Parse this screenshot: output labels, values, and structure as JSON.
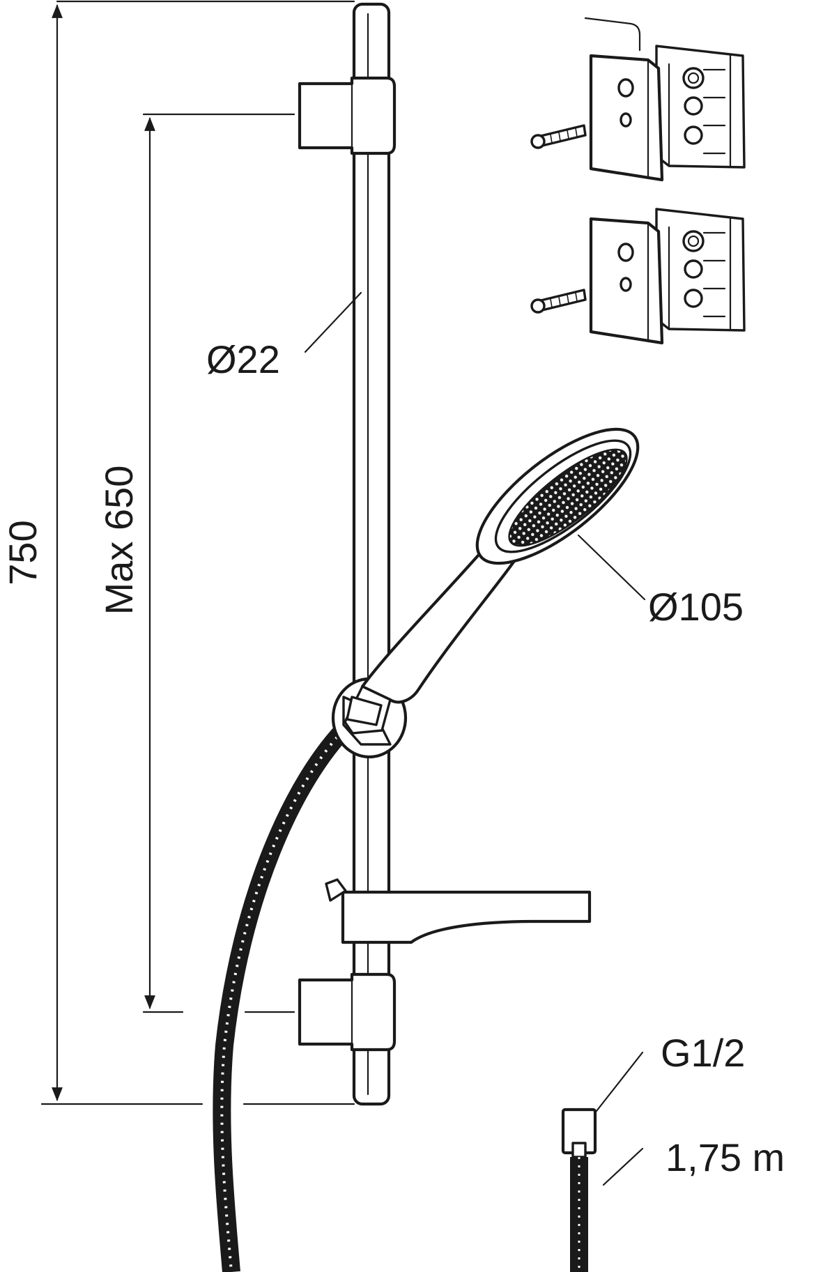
{
  "labels": {
    "overall_height": "750",
    "max_adjust": "Max 650",
    "rail_diameter": "Ø22",
    "head_diameter": "Ø105",
    "thread": "G1/2",
    "hose_length": "1,75 m"
  },
  "colors": {
    "line": "#1a1a1a",
    "background": "#ffffff"
  }
}
